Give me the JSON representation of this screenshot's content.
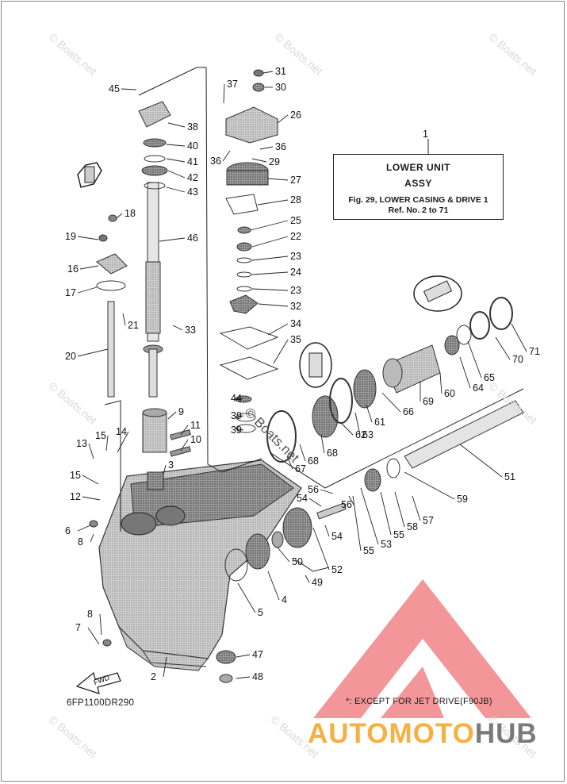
{
  "title_box": {
    "ref_number": "1",
    "line1": "LOWER UNIT",
    "line2": "ASSY",
    "line3": "Fig. 29, LOWER CASING & DRIVE 1",
    "line4": "Ref. No. 2 to 71"
  },
  "diagram_code": "6FP1100DR290",
  "footnote": "*: EXCEPT FOR JET DRIVE(F90JB)",
  "watermark_text": "© Boats.net",
  "brand": {
    "part1": "AUTOMOTO",
    "part2": "HUB",
    "colors": {
      "triangle": "#f07a80",
      "text_orange": "#f6b042",
      "text_gray": "#7a7a7a"
    }
  },
  "fwd_arrow_label": "FWD",
  "part_refs": [
    "45",
    "38",
    "40",
    "41",
    "42",
    "43",
    "46",
    "37",
    "31",
    "30",
    "26",
    "36",
    "36",
    "29",
    "27",
    "28",
    "25",
    "22",
    "23",
    "24",
    "23",
    "32",
    "34",
    "35",
    "18",
    "19",
    "16",
    "17",
    "21",
    "20",
    "33",
    "44",
    "39",
    "39",
    "9",
    "11",
    "10",
    "3",
    "13",
    "15",
    "14",
    "15",
    "12",
    "6",
    "8",
    "67",
    "68",
    "68",
    "62",
    "63",
    "61",
    "66",
    "69",
    "60",
    "64",
    "65",
    "70",
    "71",
    "51",
    "59",
    "56",
    "54",
    "56",
    "54",
    "55",
    "53",
    "55",
    "58",
    "57",
    "50",
    "52",
    "49",
    "4",
    "5",
    "8",
    "7",
    "2",
    "47",
    "48"
  ]
}
